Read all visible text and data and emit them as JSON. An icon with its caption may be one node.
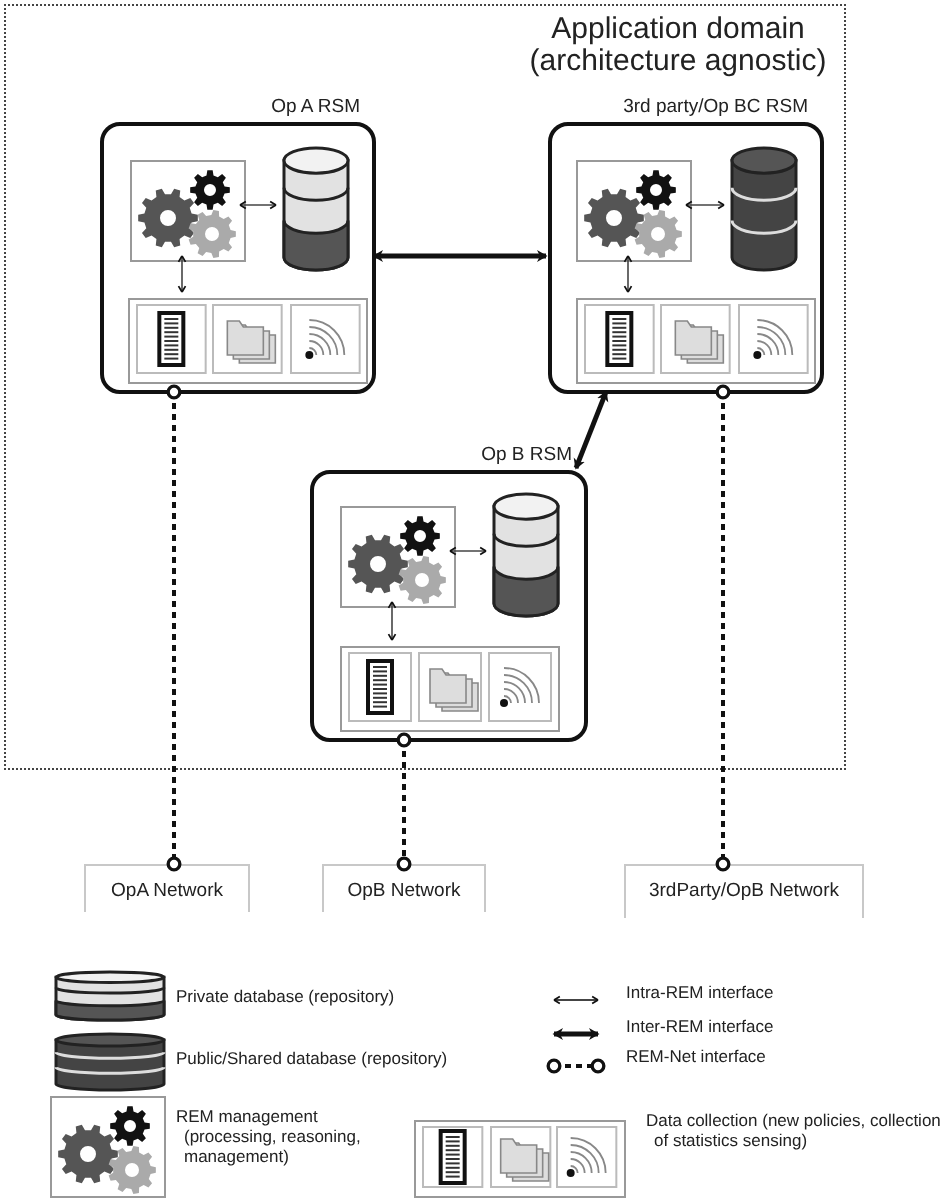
{
  "diagram": {
    "nodes": [
      {
        "text": [
          "Application domain (architecture agnostic)"
        ]
      },
      {
        "text": [
          "Op A RSM"
        ],
        "in": 0
      },
      {
        "text": [],
        "shape": "box",
        "in": 1
      },
      {
        "text": [],
        "shape": "cylinder",
        "in": 1
      },
      {
        "text": [],
        "shape": "box",
        "in": 1
      },
      {
        "text": [
          "3rd party/Op BC RSM"
        ],
        "in": 0
      },
      {
        "text": [],
        "shape": "box",
        "in": 5
      },
      {
        "text": [],
        "shape": "cylinder",
        "in": 5
      },
      {
        "text": [],
        "shape": "box",
        "in": 5
      },
      {
        "text": [
          "Op B RSM"
        ],
        "in": 0
      },
      {
        "text": [],
        "shape": "box",
        "in": 9
      },
      {
        "text": [],
        "shape": "cylinder",
        "in": 9
      },
      {
        "text": [],
        "shape": "box",
        "in": 9
      },
      {
        "text": [
          "OpA Network"
        ]
      },
      {
        "text": [
          "OpB Network"
        ]
      },
      {
        "text": [
          "3rdParty/OpB Network"
        ]
      }
    ],
    "edges": [
      {
        "from": 2,
        "to": 3,
        "arrow": "both"
      },
      {
        "from": 2,
        "to": 4,
        "arrow": "both"
      },
      {
        "from": 6,
        "to": 7,
        "arrow": "both"
      },
      {
        "from": 6,
        "to": 8,
        "arrow": "both"
      },
      {
        "from": 10,
        "to": 11,
        "arrow": "both"
      },
      {
        "from": 10,
        "to": 12,
        "arrow": "both"
      },
      {
        "from": 1,
        "to": 5,
        "arrow": "both",
        "style": "thick"
      },
      {
        "from": 5,
        "to": 9,
        "arrow": "both",
        "style": "thick"
      },
      {
        "from": 1,
        "to": 13,
        "arrow": "other",
        "style": "dashed"
      },
      {
        "from": 9,
        "to": 14,
        "arrow": "other",
        "style": "dashed"
      },
      {
        "from": 5,
        "to": 15,
        "arrow": "other",
        "style": "dashed"
      }
    ],
    "legend": [
      {
        "text": "Private database (repository)"
      },
      {
        "text": "Public/Shared database (repository)"
      },
      {
        "text": "Intra-REM interface"
      },
      {
        "text": "Inter-REM interface"
      },
      {
        "text": "REM-Net interface"
      },
      {
        "text": "REM management (processing, reasoning, management)"
      },
      {
        "text": "Data collection (new policies, collection of statistics sensing)"
      }
    ]
  }
}
